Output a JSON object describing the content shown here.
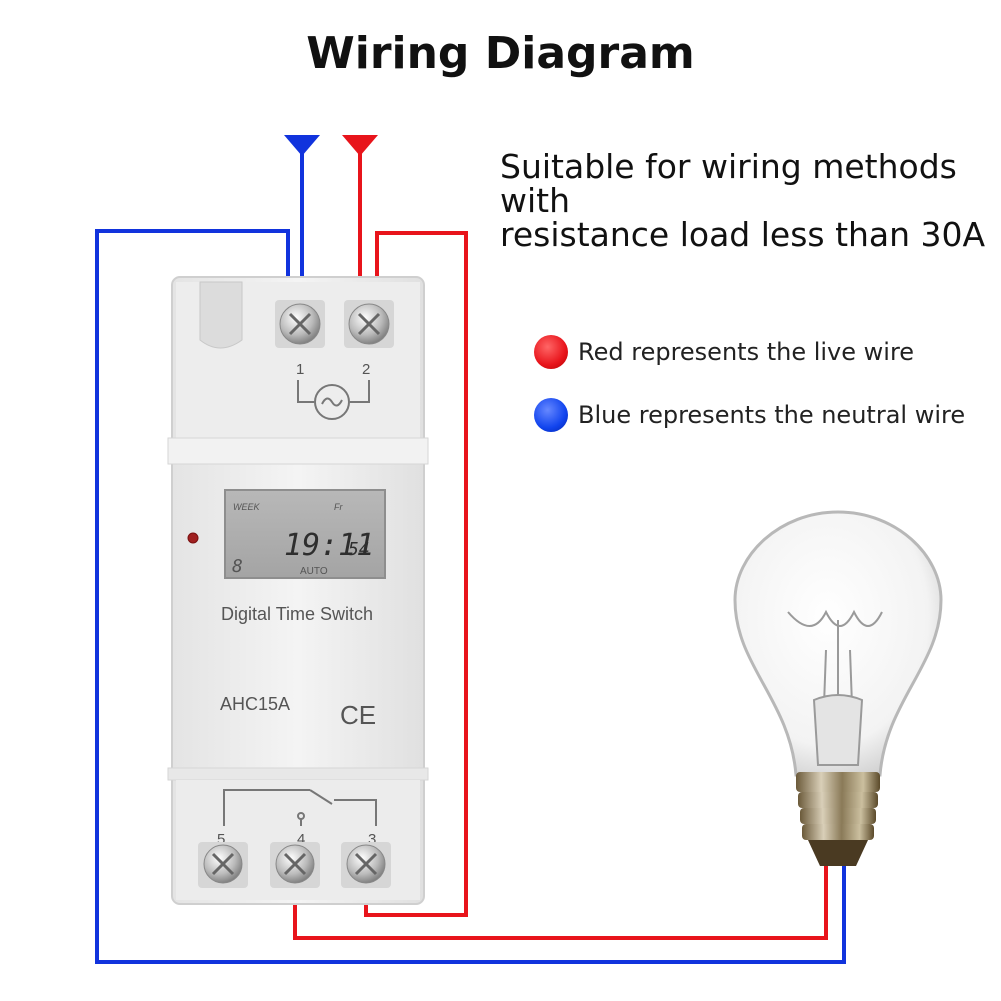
{
  "title": "Wiring Diagram",
  "note": {
    "line1": "Suitable for wiring methods with",
    "line2": "resistance load less than 30A"
  },
  "legend": [
    {
      "label": "Red represents the live wire",
      "color": "#ee1111"
    },
    {
      "label": "Blue represents the neutral wire",
      "color": "#1144ee"
    }
  ],
  "device": {
    "name_label": "Digital Time Switch",
    "model": "AHC15A",
    "cert_mark": "CE",
    "lcd": {
      "week_label": "WEEK",
      "day": "Fr",
      "time": "19:11",
      "seconds": "54",
      "mode": "AUTO",
      "program": "8"
    },
    "terminals_top": [
      "1",
      "2"
    ],
    "terminals_bottom": [
      "5",
      "4",
      "3"
    ]
  },
  "colors": {
    "live": "#e8141b",
    "neutral": "#1133dd"
  }
}
